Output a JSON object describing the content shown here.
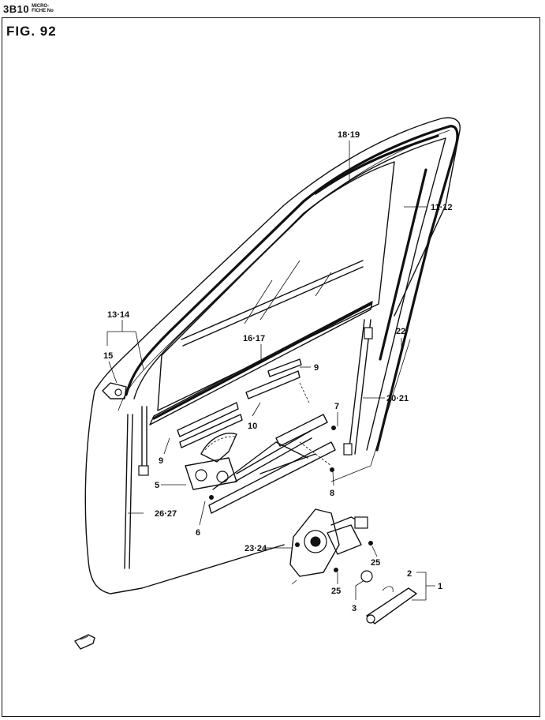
{
  "header": {
    "code": "3B10",
    "micro_line1": "MICRO-",
    "micro_line2": "FICHE No"
  },
  "figure": {
    "title": "FIG.  92"
  },
  "callouts": {
    "c18_19": "18·19",
    "c11_12": "11·12",
    "c13_14": "13·14",
    "c15": "15",
    "c16_17": "16·17",
    "c22": "22",
    "c9a": "9",
    "c9b": "9",
    "c10": "10",
    "c7": "7",
    "c20_21": "20·21",
    "c5": "5",
    "c8": "8",
    "c6": "6",
    "c26_27": "26·27",
    "c23_24": "23·24",
    "c25a": "25",
    "c25b": "25",
    "c2": "2",
    "c1": "1",
    "c3": "3"
  }
}
